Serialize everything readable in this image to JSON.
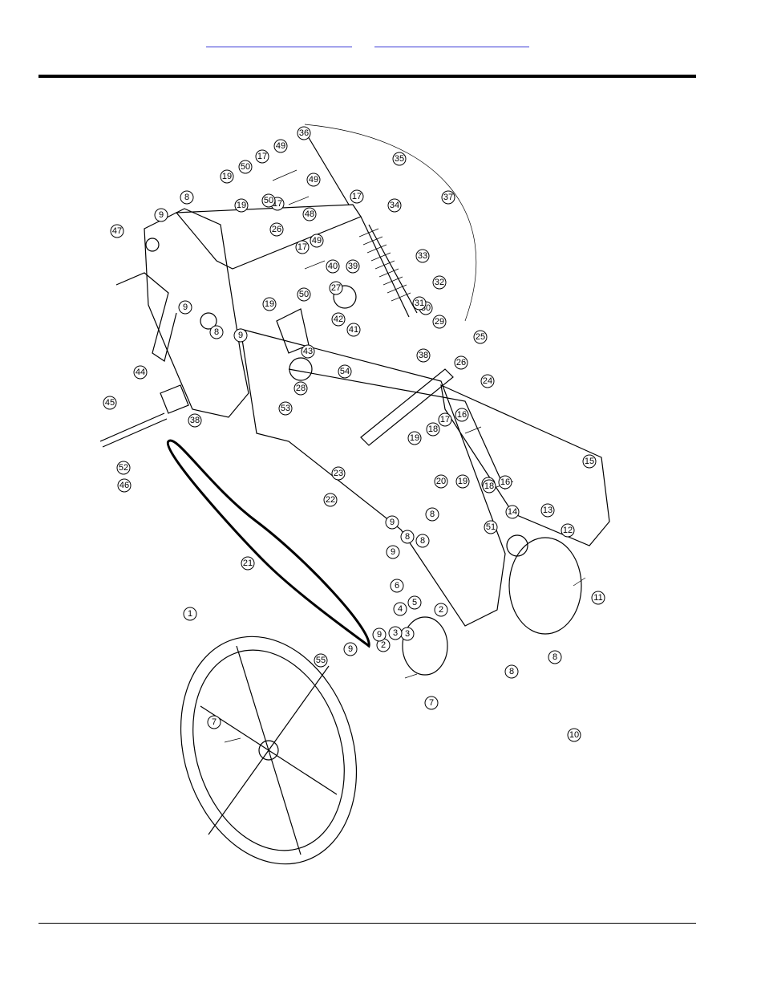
{
  "header": {
    "links": [
      "",
      ""
    ]
  },
  "diagram": {
    "callouts": [
      "1",
      "2",
      "2",
      "3",
      "3",
      "4",
      "5",
      "6",
      "7",
      "7",
      "8",
      "8",
      "8",
      "8",
      "8",
      "8",
      "8",
      "9",
      "9",
      "9",
      "9",
      "9",
      "9",
      "9",
      "10",
      "11",
      "12",
      "13",
      "14",
      "15",
      "16",
      "16",
      "17",
      "17",
      "17",
      "17",
      "17",
      "17",
      "18",
      "18",
      "19",
      "19",
      "19",
      "19",
      "19",
      "20",
      "21",
      "22",
      "23",
      "24",
      "25",
      "26",
      "26",
      "27",
      "28",
      "29",
      "30",
      "31",
      "32",
      "33",
      "34",
      "35",
      "36",
      "37",
      "38",
      "38",
      "39",
      "40",
      "41",
      "42",
      "43",
      "44",
      "45",
      "46",
      "47",
      "48",
      "49",
      "49",
      "49",
      "50",
      "50",
      "50",
      "51",
      "52",
      "53",
      "54",
      "55"
    ]
  }
}
